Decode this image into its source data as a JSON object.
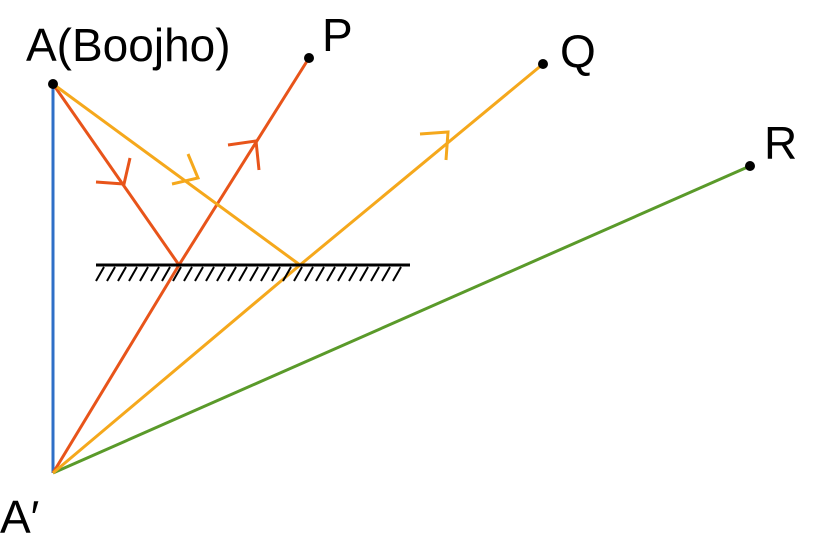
{
  "labels": {
    "a": "A(Boojho)",
    "p": "P",
    "q": "Q",
    "r": "R",
    "a_prime": "A′"
  },
  "colors": {
    "object_line": "#2e6fc7",
    "ray_to_p": "#e8541a",
    "ray_to_q": "#f5a81c",
    "ray_to_r": "#5a9a2a",
    "mirror": "#000000",
    "points": "#000000"
  }
}
